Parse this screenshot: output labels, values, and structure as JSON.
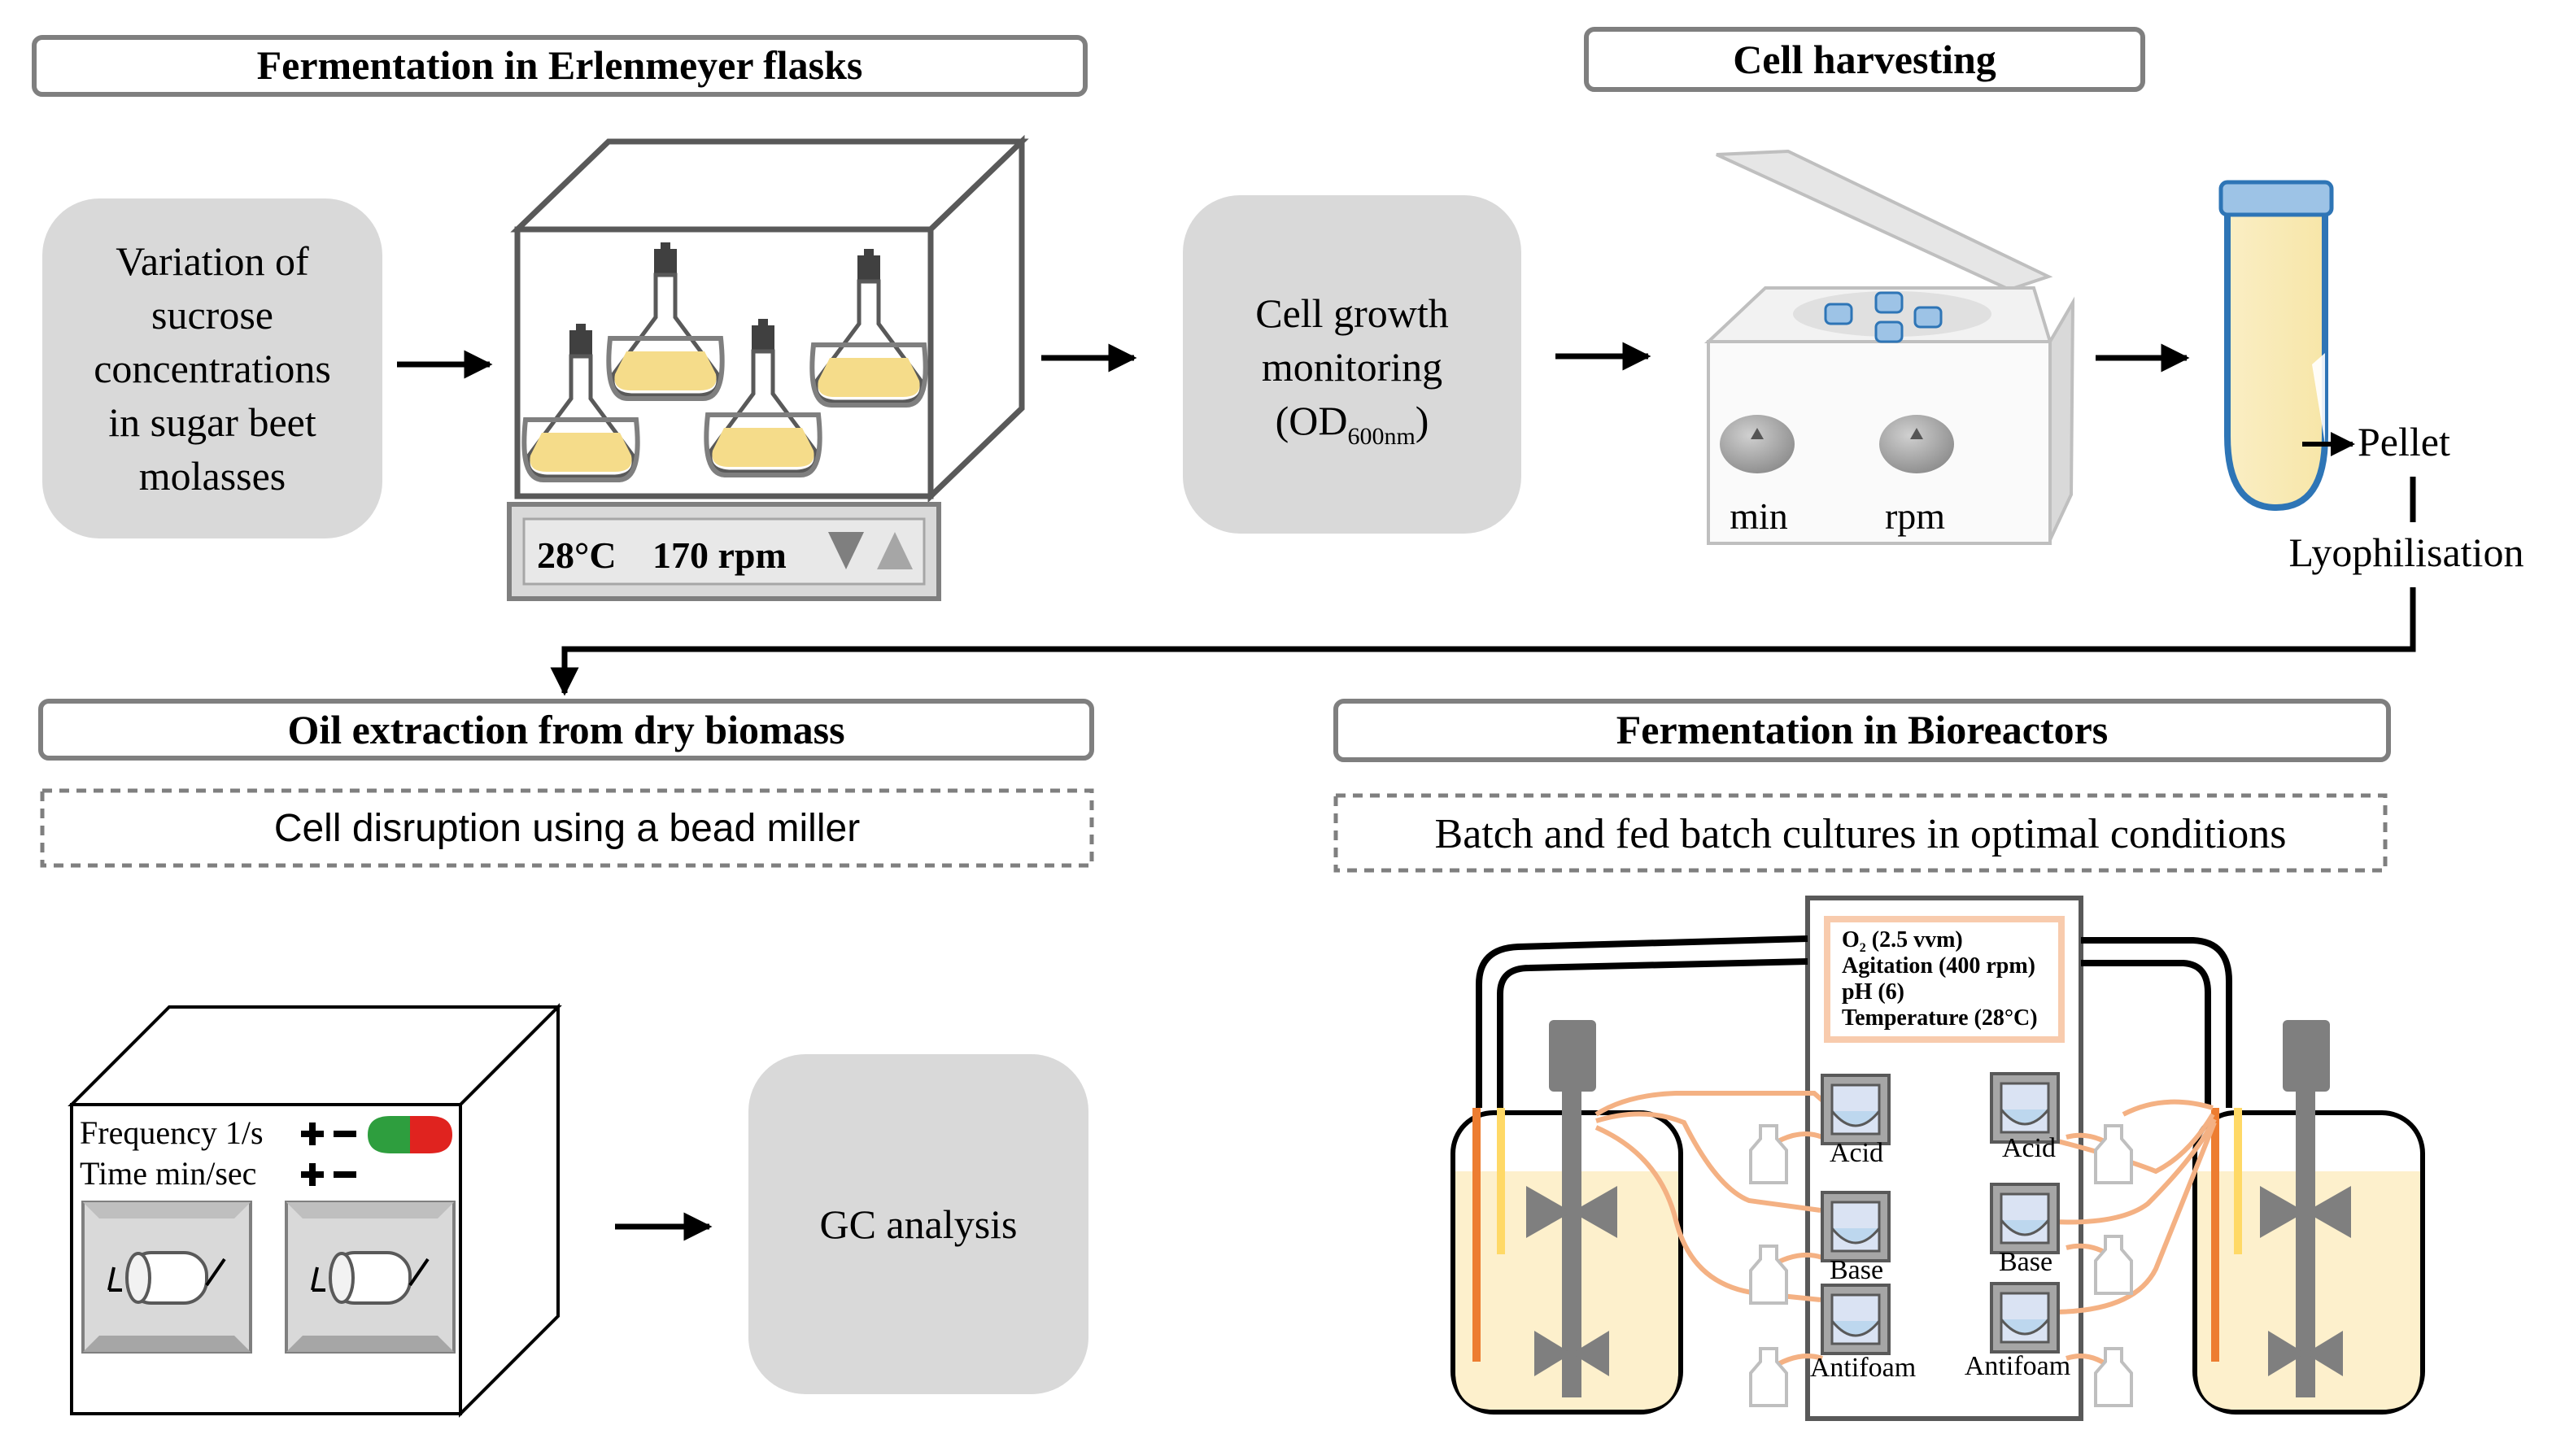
{
  "sections": {
    "erlenmeyer": "Fermentation in Erlenmeyer flasks",
    "harvesting": "Cell harvesting",
    "extraction": "Oil extraction from dry biomass",
    "bioreactors": "Fermentation in Bioreactors"
  },
  "sucrose_box": [
    "Variation of",
    "sucrose",
    "concentrations",
    "in sugar beet",
    "molasses"
  ],
  "shaker": {
    "temp": "28°C",
    "rpm": "170 rpm"
  },
  "growth_box": {
    "line1": "Cell growth",
    "line2": "monitoring",
    "od_open": "(OD",
    "od_sub": "600nm",
    "od_close": ")"
  },
  "centrifuge": {
    "knob_left": "min",
    "knob_right": "rpm"
  },
  "tube": {
    "pellet": "Pellet",
    "lyophilisation": "Lyophilisation"
  },
  "extraction": {
    "subtitle": "Cell disruption using a bead miller",
    "frequency": "Frequency 1/s",
    "time": "Time min/sec",
    "gc": "GC analysis"
  },
  "bioreactor": {
    "subtitle": "Batch and fed batch cultures in optimal conditions",
    "o2": "O",
    "o2_sub": "2",
    "o2_rest": " (2.5 vvm)",
    "agitation": "Agitation (400 rpm)",
    "ph": "pH (6)",
    "temperature": "Temperature (28°C)",
    "pumps_left": [
      "Acid",
      "Base",
      "Antifoam"
    ],
    "pumps_right": [
      "Acid",
      "Base",
      "Antifoam"
    ]
  },
  "colors": {
    "panel_grey": "#d9d9d9",
    "flask_liquid": "#f5dc8a",
    "tube_blue": "#2e75b6",
    "orange_rod": "#ed7d31",
    "reactor_liquid": "#fdf0cc",
    "tubing": "#f4b183",
    "green_button": "#2e9e3e",
    "red_button": "#e0231f"
  }
}
